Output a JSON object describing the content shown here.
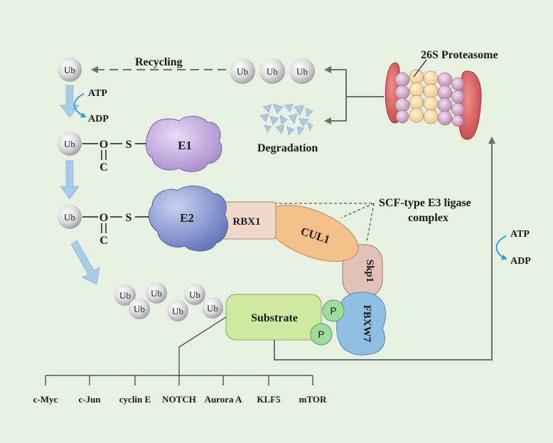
{
  "labels": {
    "recycling": "Recycling",
    "proteasome": "26S Proteasome",
    "degradation": "Degradation",
    "atp": "ATP",
    "adp": "ADP",
    "atp_right": "ATP",
    "adp_right": "ADP",
    "o": "O",
    "s": "S",
    "c": "C",
    "e1": "E1",
    "e2": "E2",
    "rbx1": "RBX1",
    "cul1": "CUL1",
    "skp1": "Skp1",
    "fbxw7": "FBXW7",
    "substrate": "Substrate",
    "p": "P",
    "scf_line1": "SCF-type E3 ligase",
    "scf_line2": "complex"
  },
  "ub_label": "Ub",
  "substrates": [
    "c-Myc",
    "c-Jun",
    "cyclin E",
    "NOTCH",
    "Aurora A",
    "KLF5",
    "mTOR"
  ],
  "colors": {
    "background": "#e8f0e4",
    "e1": "#b79ad6",
    "e2": "#7f93cf",
    "rbx1": "#efd7c9",
    "cul1": "#f3c08c",
    "skp1": "#e2c2b7",
    "fbxw7": "#8fbde3",
    "substrate": "#cfeaa0",
    "phospho": "#9fdb9c",
    "proteasome_cap": "#d55d5f",
    "proteasome_body": "#f5cf97",
    "proteasome_ring": "#c79ac1",
    "arrow_blue": "#a8cbe6"
  }
}
